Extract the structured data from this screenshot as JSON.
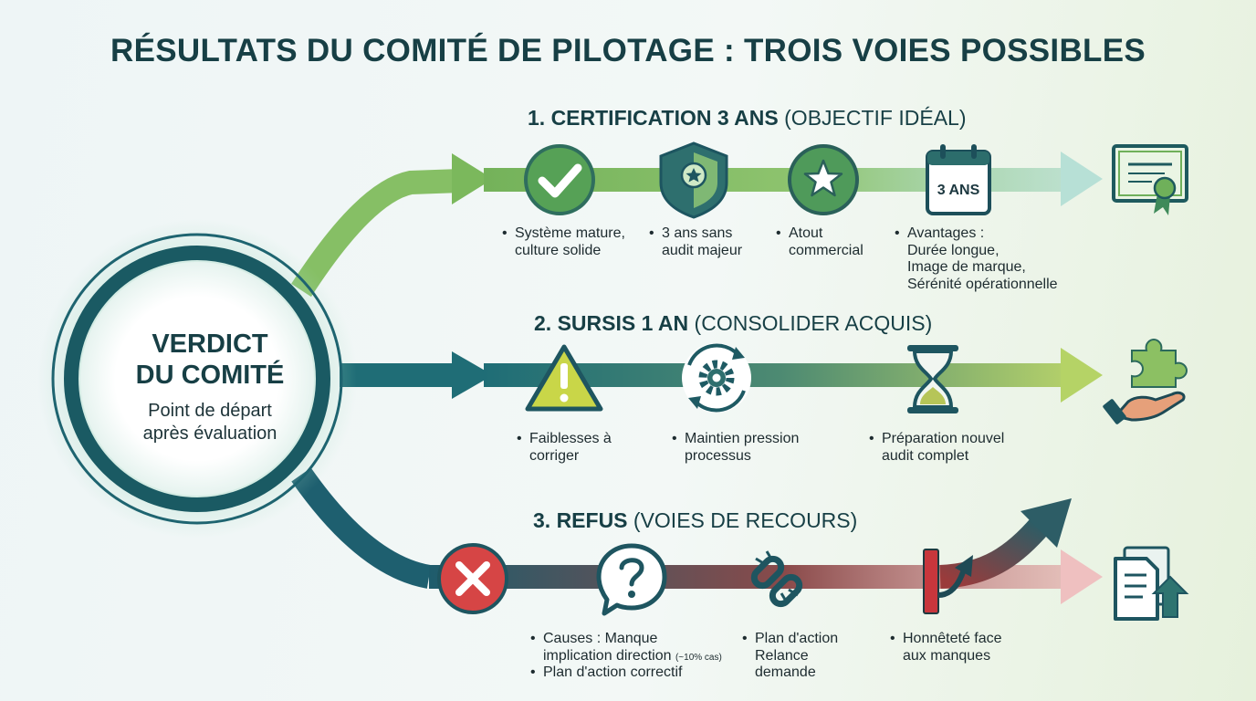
{
  "title": "RÉSULTATS DU COMITÉ DE PILOTAGE : TROIS VOIES POSSIBLES",
  "hub": {
    "title_line1": "VERDICT",
    "title_line2": "DU COMITÉ",
    "subtitle_line1": "Point de départ",
    "subtitle_line2": "après évaluation"
  },
  "lanes": [
    {
      "title_bold": "1. CERTIFICATION 3 ANS",
      "title_rest": " (OBJECTIF IDÉAL)",
      "color": "#6fb05a",
      "icons": [
        "check-circle-icon",
        "shield-star-icon",
        "star-circle-icon",
        "calendar-icon",
        "certificate-icon"
      ],
      "calendar_label": "3 ANS",
      "items": [
        {
          "lines": [
            "Système mature,",
            "culture solide"
          ]
        },
        {
          "lines": [
            "3 ans sans",
            "audit majeur"
          ]
        },
        {
          "lines": [
            "Atout",
            "commercial"
          ]
        },
        {
          "lines": [
            "Avantages :",
            "Durée longue,",
            "Image de marque,",
            "Sérénité opérationnelle"
          ]
        }
      ]
    },
    {
      "title_bold": "2. SURSIS 1 AN",
      "title_rest": " (CONSOLIDER ACQUIS)",
      "color": "#1f6f78",
      "icons": [
        "warning-icon",
        "gear-cycle-icon",
        "hourglass-icon",
        "puzzle-hand-icon"
      ],
      "items": [
        {
          "lines": [
            "Faiblesses à",
            "corriger"
          ]
        },
        {
          "lines": [
            "Maintien pression",
            "processus"
          ]
        },
        {
          "lines": [
            "Préparation nouvel",
            "audit complet"
          ]
        }
      ]
    },
    {
      "title_bold": "3. REFUS",
      "title_rest": " (VOIES DE RECOURS)",
      "color": "#1f6070",
      "icons": [
        "cross-circle-icon",
        "question-bubble-icon",
        "broken-link-icon",
        "redirect-arrow-icon",
        "document-upload-icon"
      ],
      "items": [
        {
          "lines": [
            "Causes : Manque",
            "implication direction"
          ],
          "note": "(~10% cas)",
          "second": "Plan d'action correctif"
        },
        {
          "lines": [
            "Plan d'action",
            "Relance",
            "demande"
          ]
        },
        {
          "lines": [
            "Honnêteté face",
            "aux manques"
          ]
        }
      ]
    }
  ],
  "colors": {
    "title": "#173f45",
    "green": "#6fb05a",
    "teal": "#1f6f78",
    "red": "#d64545",
    "yellow": "#c8d64a",
    "ring": "#1a5a63"
  }
}
